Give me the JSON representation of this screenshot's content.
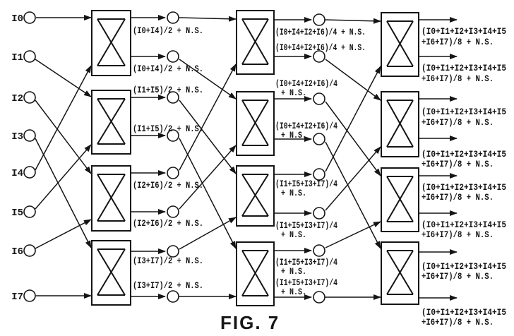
{
  "figure_label": "FIG. 7",
  "inputs": [
    "I0",
    "I1",
    "I2",
    "I3",
    "I4",
    "I5",
    "I6",
    "I7"
  ],
  "stage1_outputs": [
    "(I0+I4)/2 + N.S.",
    "(I0+I4)/2 + N.S.",
    "(I1+I5)/2 + N.S.",
    "(I1+I5)/2 + N.S.",
    "(I2+I6)/2 + N.S.",
    "(I2+I6)/2 + N.S.",
    "(I3+I7)/2 + N.S.",
    "(I3+I7)/2 + N.S."
  ],
  "stage2_outputs": [
    {
      "line1": "(I0+I4+I2+I6)/4 + N.S.",
      "line2": ""
    },
    {
      "line1": "(I0+I4+I2+I6)/4 + N.S.",
      "line2": ""
    },
    {
      "line1": "(I0+I4+I2+I6)/4",
      "line2": "+ N.S."
    },
    {
      "line1": "(I0+I4+I2+I6)/4",
      "line2": "+ N.S."
    },
    {
      "line1": "(I1+I5+I3+I7)/4",
      "line2": "+ N.S."
    },
    {
      "line1": "(I1+I5+I3+I7)/4",
      "line2": "+ N.S."
    },
    {
      "line1": "(I1+I5+I3+I7)/4",
      "line2": "+ N.S."
    },
    {
      "line1": "(I1+I5+I3+I7)/4",
      "line2": "+ N.S."
    }
  ],
  "stage3_outputs": [
    {
      "line1": "(I0+I1+I2+I3+I4+I5",
      "line2": "+I6+I7)/8 + N.S."
    },
    {
      "line1": "(I0+I1+I2+I3+I4+I5",
      "line2": "+I6+I7)/8 + N.S."
    },
    {
      "line1": "(I0+I1+I2+I3+I4+I5",
      "line2": "+I6+I7)/8 + N.S."
    },
    {
      "line1": "(I0+I1+I2+I3+I4+I5",
      "line2": "+I6+I7)/8 + N.S."
    },
    {
      "line1": "(I0+I1+I2+I3+I4+I5",
      "line2": "+I6+I7)/8 + N.S."
    },
    {
      "line1": "(I0+I1+I2+I3+I4+I5",
      "line2": "+I6+I7)/8 + N.S."
    },
    {
      "line1": "(I0+I1+I2+I3+I4+I5",
      "line2": "+I6+I7)/8 + N.S."
    },
    {
      "line1": "(I0+I1+I2+I3+I4+I5",
      "line2": "+I6+I7)/8 + N.S."
    }
  ],
  "colors": {
    "ink": "#151515",
    "background": "#ffffff"
  }
}
